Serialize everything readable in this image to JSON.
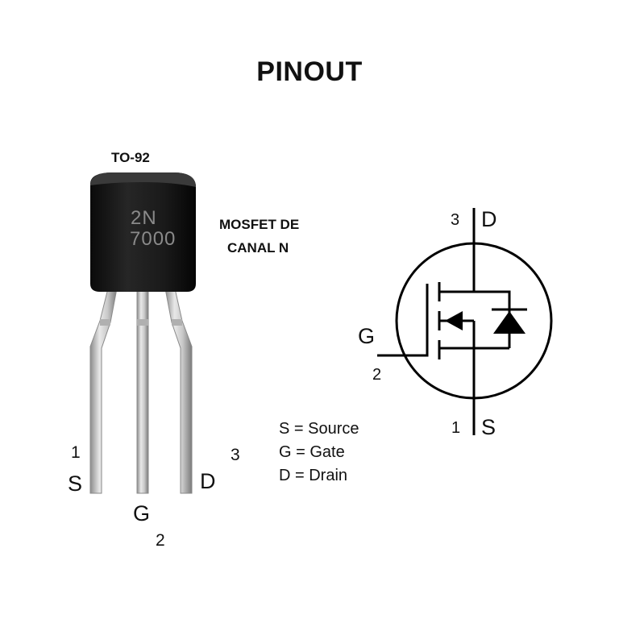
{
  "title": "PINOUT",
  "package": {
    "name": "TO-92",
    "marking_line1": "2N",
    "marking_line2": "7000",
    "body_color": "#151515",
    "marking_color": "#8a8a8a"
  },
  "description": {
    "line1": "MOSFET DE",
    "line2": "CANAL N"
  },
  "pins": {
    "source": {
      "number": "1",
      "letter": "S"
    },
    "gate": {
      "number": "2",
      "letter": "G"
    },
    "drain": {
      "number": "3",
      "letter": "D"
    }
  },
  "legend": {
    "source": "S = Source",
    "gate": "G = Gate",
    "drain": "D = Drain"
  },
  "symbol": {
    "drain_number": "3",
    "drain_letter": "D",
    "gate_letter": "G",
    "gate_number": "2",
    "source_number": "1",
    "source_letter": "S",
    "line_color": "#000000"
  }
}
